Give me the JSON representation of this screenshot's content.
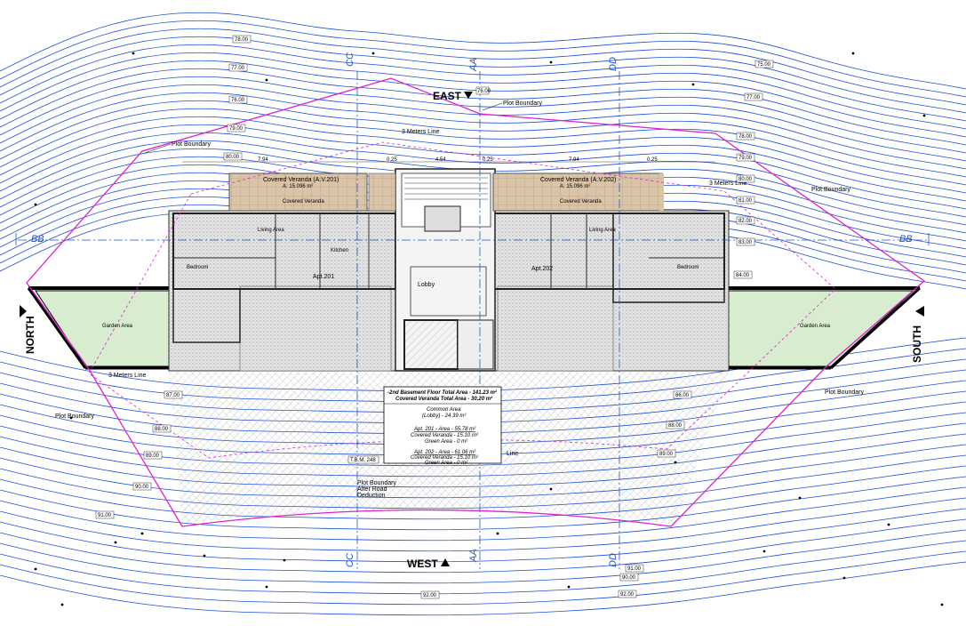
{
  "compass": {
    "east": "EAST",
    "west": "WEST",
    "north": "NORTH",
    "south": "SOUTH"
  },
  "grid_lines": {
    "cc": "CC",
    "aa": "AA",
    "dd": "DD",
    "bb": "BB"
  },
  "plot_boundary_label": "Plot Boundary",
  "plot_boundary_after_road": [
    "Plot Boundary",
    "After Road",
    "Deduction"
  ],
  "three_meters_line": "3 Meters Line",
  "line_label": "Line",
  "units": {
    "veranda_201": "Covered Veranda (A.V.201)",
    "veranda_202": "Covered Veranda (A.V.202)",
    "veranda_area_201": "A: 15.096 m²",
    "veranda_area_202": "A: 15.096 m²",
    "covered_veranda": "Covered Veranda",
    "apt_201": "Apt.201",
    "apt_202": "Apt.202",
    "lobby": "Lobby",
    "bedroom": "Bedroom",
    "kitchen": "Kitchen",
    "living_area": "Living Area",
    "garden_area": "Garden Area"
  },
  "dimensions": {
    "d1": "0.25",
    "d2": "4.54",
    "d3": "0.25",
    "d4": "7.94",
    "d5": "0.25",
    "d6": "7.94"
  },
  "elevations_top": [
    "78.00",
    "77.00",
    "76.00",
    "79.00",
    "80.00",
    "76.00",
    "75.00",
    "77.00",
    "78.00",
    "79.00",
    "80.00",
    "81.00",
    "82.00",
    "83.00",
    "84.00"
  ],
  "elevations_bottom": [
    "87.00",
    "88.00",
    "89.00",
    "90.00",
    "91.00",
    "92.00",
    "86.00",
    "88.00",
    "89.00",
    "90.00",
    "91.00",
    "92.00",
    "T.B.M. 248"
  ],
  "area_table": {
    "title": "-2nd Basement Floor Total Area - 141.23 m²",
    "subtitle": "Covered Veranda Total Area - 30.20 m²",
    "common_head": "Common Area",
    "common_val": "(Lobby) - 24.39 m²",
    "apt201_head": "Apt. 201 - Area - 55.78 m²",
    "apt201_v": "Covered Veranda - 15.10 m²",
    "apt201_g": "Green Area - 0 m²",
    "apt202_head": "Apt. 202 - Area - 61.06 m²",
    "apt202_v": "Covered Veranda - 15.10 m²",
    "apt202_g": "Green Area - 0 m²"
  },
  "colors": {
    "contour": "#1a4fd6",
    "boundary": "#e020d0",
    "gridline": "#2255cc",
    "garden": "#d8ecd0",
    "veranda": "#d9c4a8",
    "hatch": "#999999"
  }
}
